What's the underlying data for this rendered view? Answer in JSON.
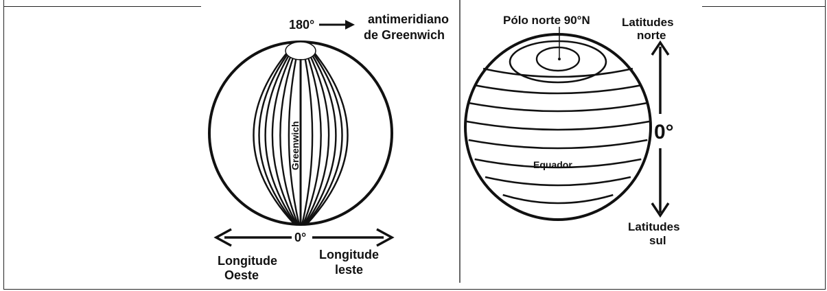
{
  "longitude_panel": {
    "label_180": "180°",
    "antimeridian_line1": "antimeridiano",
    "antimeridian_line2": "de Greenwich",
    "greenwich": "Greenwich",
    "label_0": "0°",
    "west_line1": "Longitude",
    "west_line2": "Oeste",
    "east_line1": "Longitude",
    "east_line2": "leste"
  },
  "latitude_panel": {
    "north_pole": "Pólo norte 90°N",
    "north_line1": "Latitudes",
    "north_line2": "norte",
    "label_0": "0°",
    "equator": "Equador",
    "south_line1": "Latitudes",
    "south_line2": "sul"
  }
}
